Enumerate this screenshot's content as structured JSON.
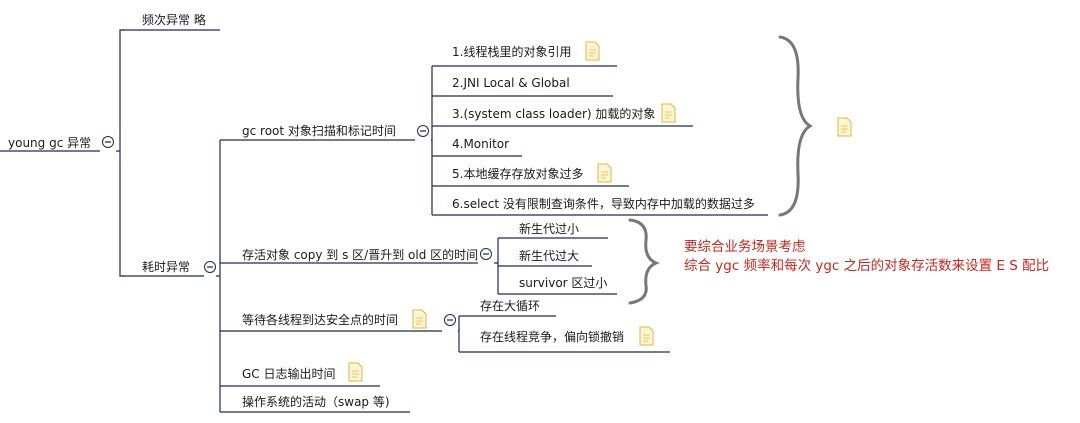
{
  "root": {
    "label": "young gc 异常"
  },
  "branches": {
    "frequency": {
      "label": "频次异常 略"
    },
    "duration": {
      "label": "耗时异常",
      "items": {
        "gc_root": {
          "label": "gc  root 对象扫描和标记时间",
          "children": [
            "1.线程栈里的对象引用",
            "2.JNI Local & Global",
            "3.(system class loader) 加载的对象",
            "4.Monitor",
            "5.本地缓存存放对象过多",
            "6.select 没有限制查询条件，导致内存中加载的数据过多"
          ]
        },
        "copy": {
          "label": "存活对象 copy 到 s 区/晋升到 old 区的时间",
          "children": [
            "新生代过小",
            "新生代过大",
            "survivor 区过小"
          ],
          "annotation": [
            "要综合业务场景考虑",
            "综合 ygc 频率和每次 ygc 之后的对象存活数来设置 E S 配比"
          ]
        },
        "safepoint": {
          "label": "等待各线程到达安全点的时间",
          "children": [
            "存在大循环",
            "存在线程竞争，偏向锁撤销"
          ]
        },
        "gc_log": {
          "label": "GC 日志输出时间"
        },
        "os": {
          "label": "操作系统的活动（swap 等)"
        }
      }
    }
  },
  "colors": {
    "line": "#1f2a55",
    "annotation": "#c8281c",
    "brace": "#777777",
    "note": "#f4c542"
  }
}
